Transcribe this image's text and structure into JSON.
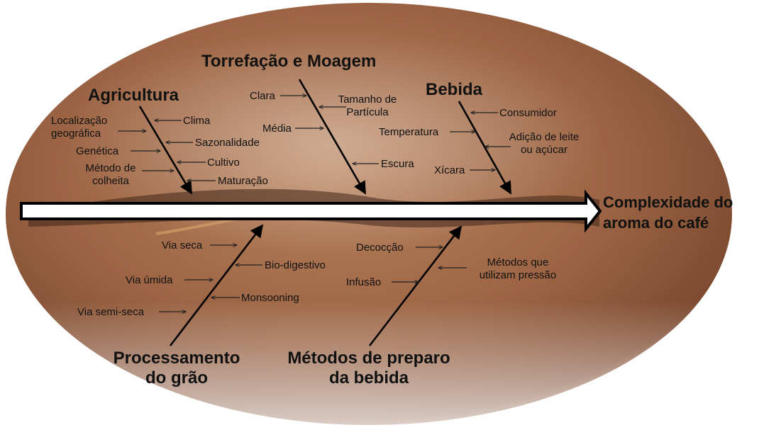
{
  "diagram": {
    "outcome": {
      "line1": "Complexidade do",
      "line2": "aroma do café"
    },
    "categories": {
      "agricultura": {
        "title": "Agricultura",
        "causes": {
          "clima": "Clima",
          "localizacao_l1": "Localização",
          "localizacao_l2": "geográfica",
          "sazonalidade": "Sazonalidade",
          "genetica": "Genética",
          "cultivo": "Cultivo",
          "metodo_l1": "Método de",
          "metodo_l2": "colheita",
          "maturacao": "Maturação"
        }
      },
      "torrefacao": {
        "title": "Torrefação e Moagem",
        "causes": {
          "clara": "Clara",
          "tamanho_l1": "Tamanho de",
          "tamanho_l2": "Partícula",
          "media": "Média",
          "escura": "Escura"
        }
      },
      "bebida": {
        "title": "Bebida",
        "causes": {
          "consumidor": "Consumidor",
          "temperatura": "Temperatura",
          "adicao_l1": "Adição de leite",
          "adicao_l2": "ou açúcar",
          "xicara": "Xícara"
        }
      },
      "processamento": {
        "title_l1": "Processamento",
        "title_l2": "do grão",
        "causes": {
          "via_seca": "Via seca",
          "bio_digestivo": "Bio-digestivo",
          "via_umida": "Via úmida",
          "monsooning": "Monsooning",
          "via_semi_seca": "Via semi-seca"
        }
      },
      "metodos": {
        "title_l1": "Métodos de preparo",
        "title_l2": "da bebida",
        "causes": {
          "decoccao": "Decocção",
          "pressao_l1": "Métodos que",
          "pressao_l2": "utilizam pressão",
          "infusao": "Infusão"
        }
      }
    }
  }
}
